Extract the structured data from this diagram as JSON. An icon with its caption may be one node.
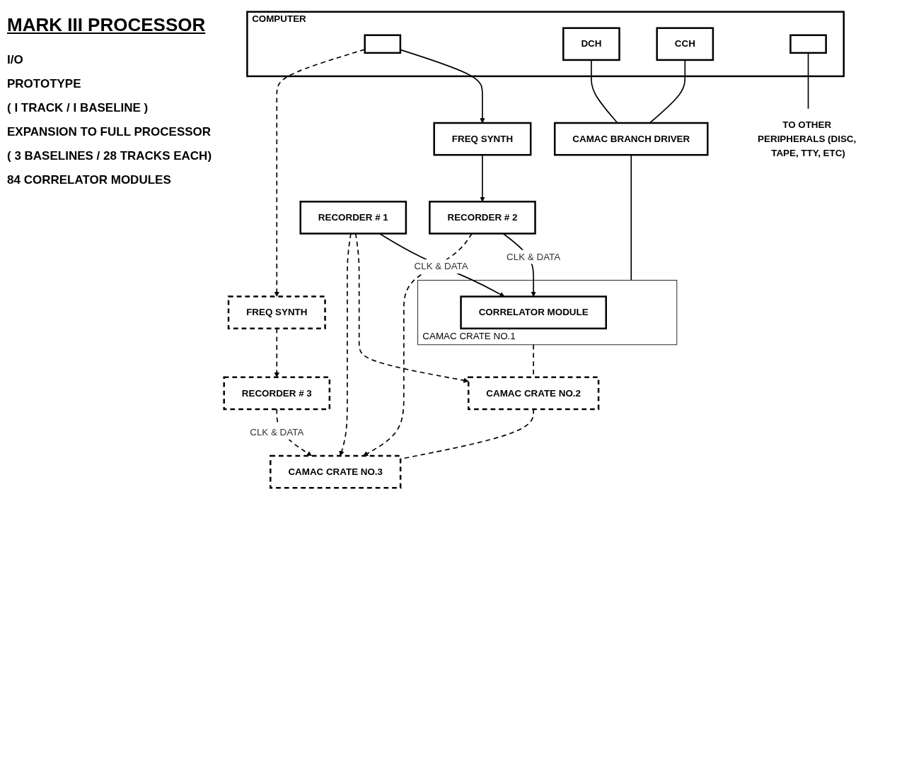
{
  "diagram": {
    "title": "MARK III PROCESSOR",
    "nodes": [
      {
        "text": [
          "COMPUTER"
        ]
      },
      {
        "text": [],
        "shape": "box",
        "in": 0
      },
      {
        "text": [
          "DCH"
        ],
        "in": 0
      },
      {
        "text": [
          "CCH"
        ],
        "in": 0
      },
      {
        "text": [],
        "shape": "box",
        "in": 0
      },
      {
        "text": [
          "TO OTHER PERIPHERALS (DISC, TAPE, TTY, ETC)"
        ]
      },
      {
        "text": [
          "FREQ SYNTH"
        ]
      },
      {
        "text": [
          "CAMAC BRANCH DRIVER"
        ]
      },
      {
        "text": [
          "RECORDER # 2"
        ]
      },
      {
        "text": [
          "RECORDER # 1"
        ]
      },
      {
        "text": [
          "CAMAC CRATE NO.1"
        ]
      },
      {
        "text": [
          "CORRELATOR MODULE"
        ],
        "in": 10
      },
      {
        "text": [
          "FREQ SYNTH"
        ]
      },
      {
        "text": [
          "RECORDER # 3"
        ]
      },
      {
        "text": [
          "CAMAC CRATE NO.2"
        ]
      },
      {
        "text": [
          "CAMAC CRATE NO.3"
        ]
      }
    ],
    "edges": [
      {
        "from": 1,
        "to": 6,
        "arrow": "to"
      },
      {
        "from": 6,
        "to": 8,
        "arrow": "to"
      },
      {
        "from": 2,
        "to": 7,
        "arrow": "none"
      },
      {
        "from": 3,
        "to": 7,
        "arrow": "none"
      },
      {
        "from": 4,
        "to": 5,
        "arrow": "none"
      },
      {
        "from": 7,
        "to": 10,
        "arrow": "none"
      },
      {
        "from": 8,
        "to": 11,
        "arrow": "to",
        "label": "CLK & DATA"
      },
      {
        "from": 9,
        "to": 11,
        "arrow": "to",
        "label": "CLK & DATA"
      },
      {
        "from": 1,
        "to": 12,
        "arrow": "to",
        "style": "dashed"
      },
      {
        "from": 12,
        "to": 13,
        "arrow": "to",
        "style": "dashed"
      },
      {
        "from": 10,
        "to": 14,
        "arrow": "none",
        "style": "dashed"
      },
      {
        "from": 14,
        "to": 15,
        "arrow": "none",
        "style": "dashed"
      },
      {
        "from": 9,
        "to": 14,
        "arrow": "to",
        "style": "dashed"
      },
      {
        "from": 8,
        "to": 15,
        "arrow": "to",
        "style": "dashed"
      },
      {
        "from": 9,
        "to": 15,
        "arrow": "to",
        "style": "dashed"
      },
      {
        "from": 13,
        "to": 15,
        "arrow": "to",
        "style": "dashed",
        "label": "CLK & DATA"
      }
    ],
    "labels": [
      "I/O",
      "PROTOTYPE",
      "( I TRACK / I BASELINE )",
      "EXPANSION TO FULL PROCESSOR",
      "( 3 BASELINES / 28 TRACKS EACH)",
      "84 CORRELATOR MODULES"
    ]
  }
}
